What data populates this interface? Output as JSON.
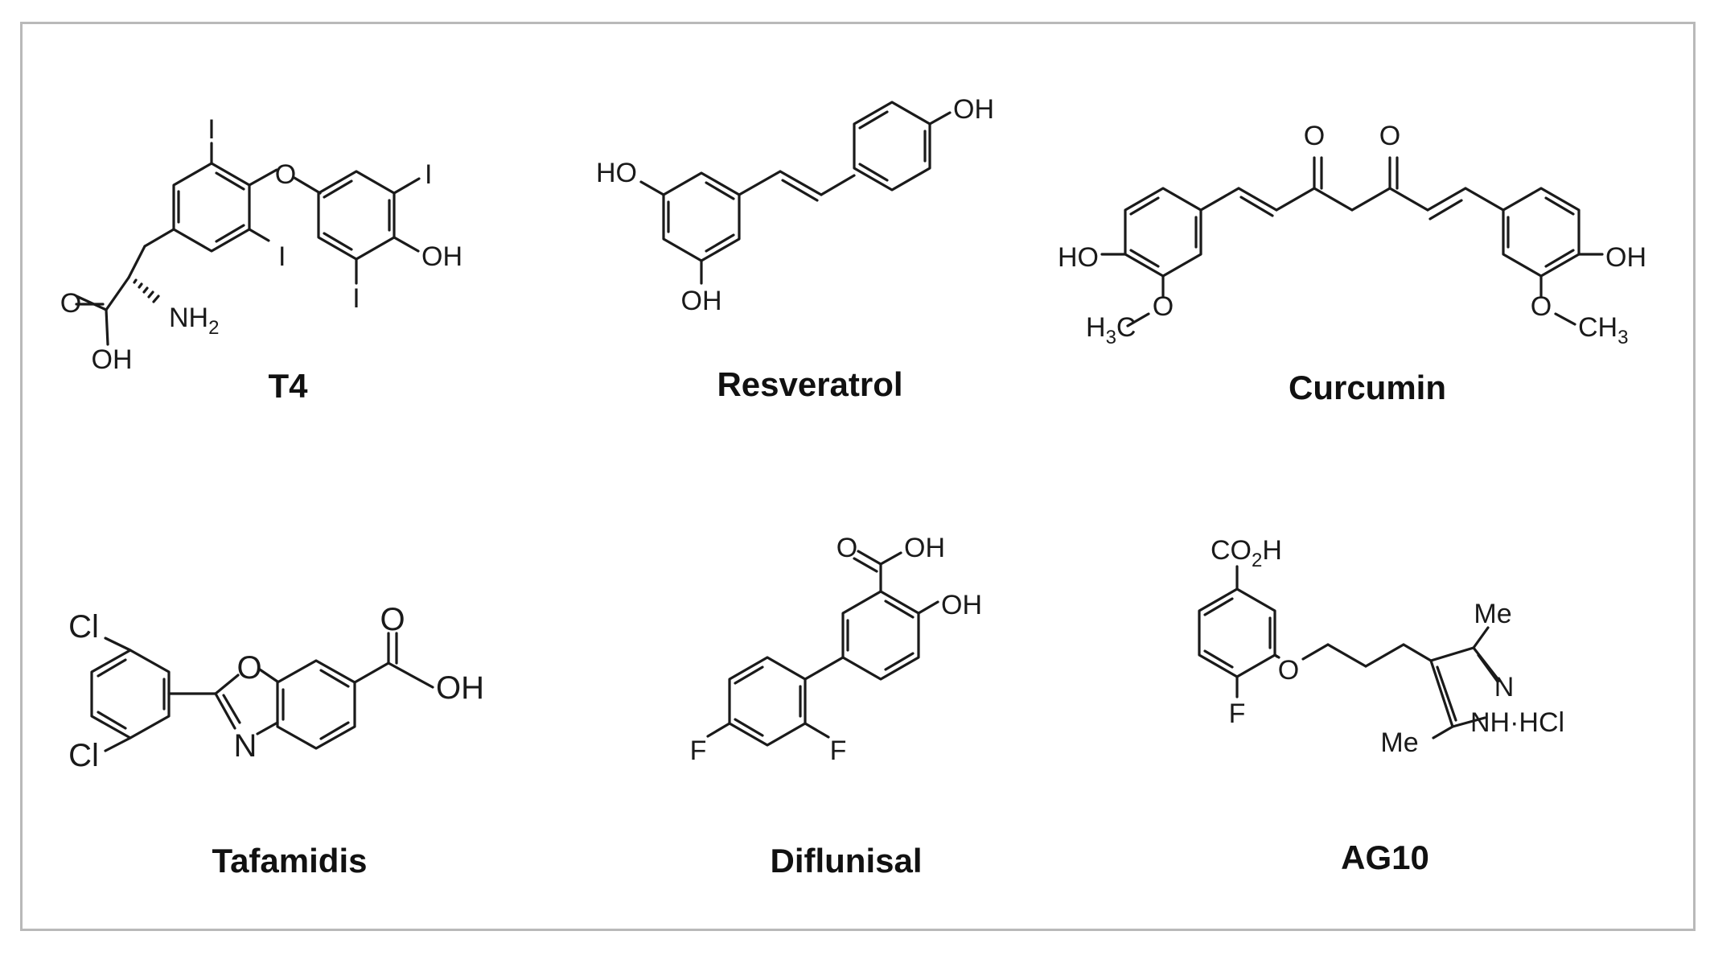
{
  "compounds": [
    {
      "name": "T4"
    },
    {
      "name": "Resveratrol"
    },
    {
      "name": "Curcumin"
    },
    {
      "name": "Tafamidis"
    },
    {
      "name": "Diflunisal"
    },
    {
      "name": "AG10"
    }
  ],
  "atoms": {
    "I": "I",
    "O": "O",
    "OH": "OH",
    "HO": "HO",
    "NH": "NH",
    "N": "N",
    "F": "F",
    "Cl": "Cl",
    "H": "H",
    "C": "C",
    "CH": "CH",
    "CO": "CO",
    "Me": "Me",
    "HCl": "·HCl",
    "sub2": "2",
    "sub3": "3"
  }
}
